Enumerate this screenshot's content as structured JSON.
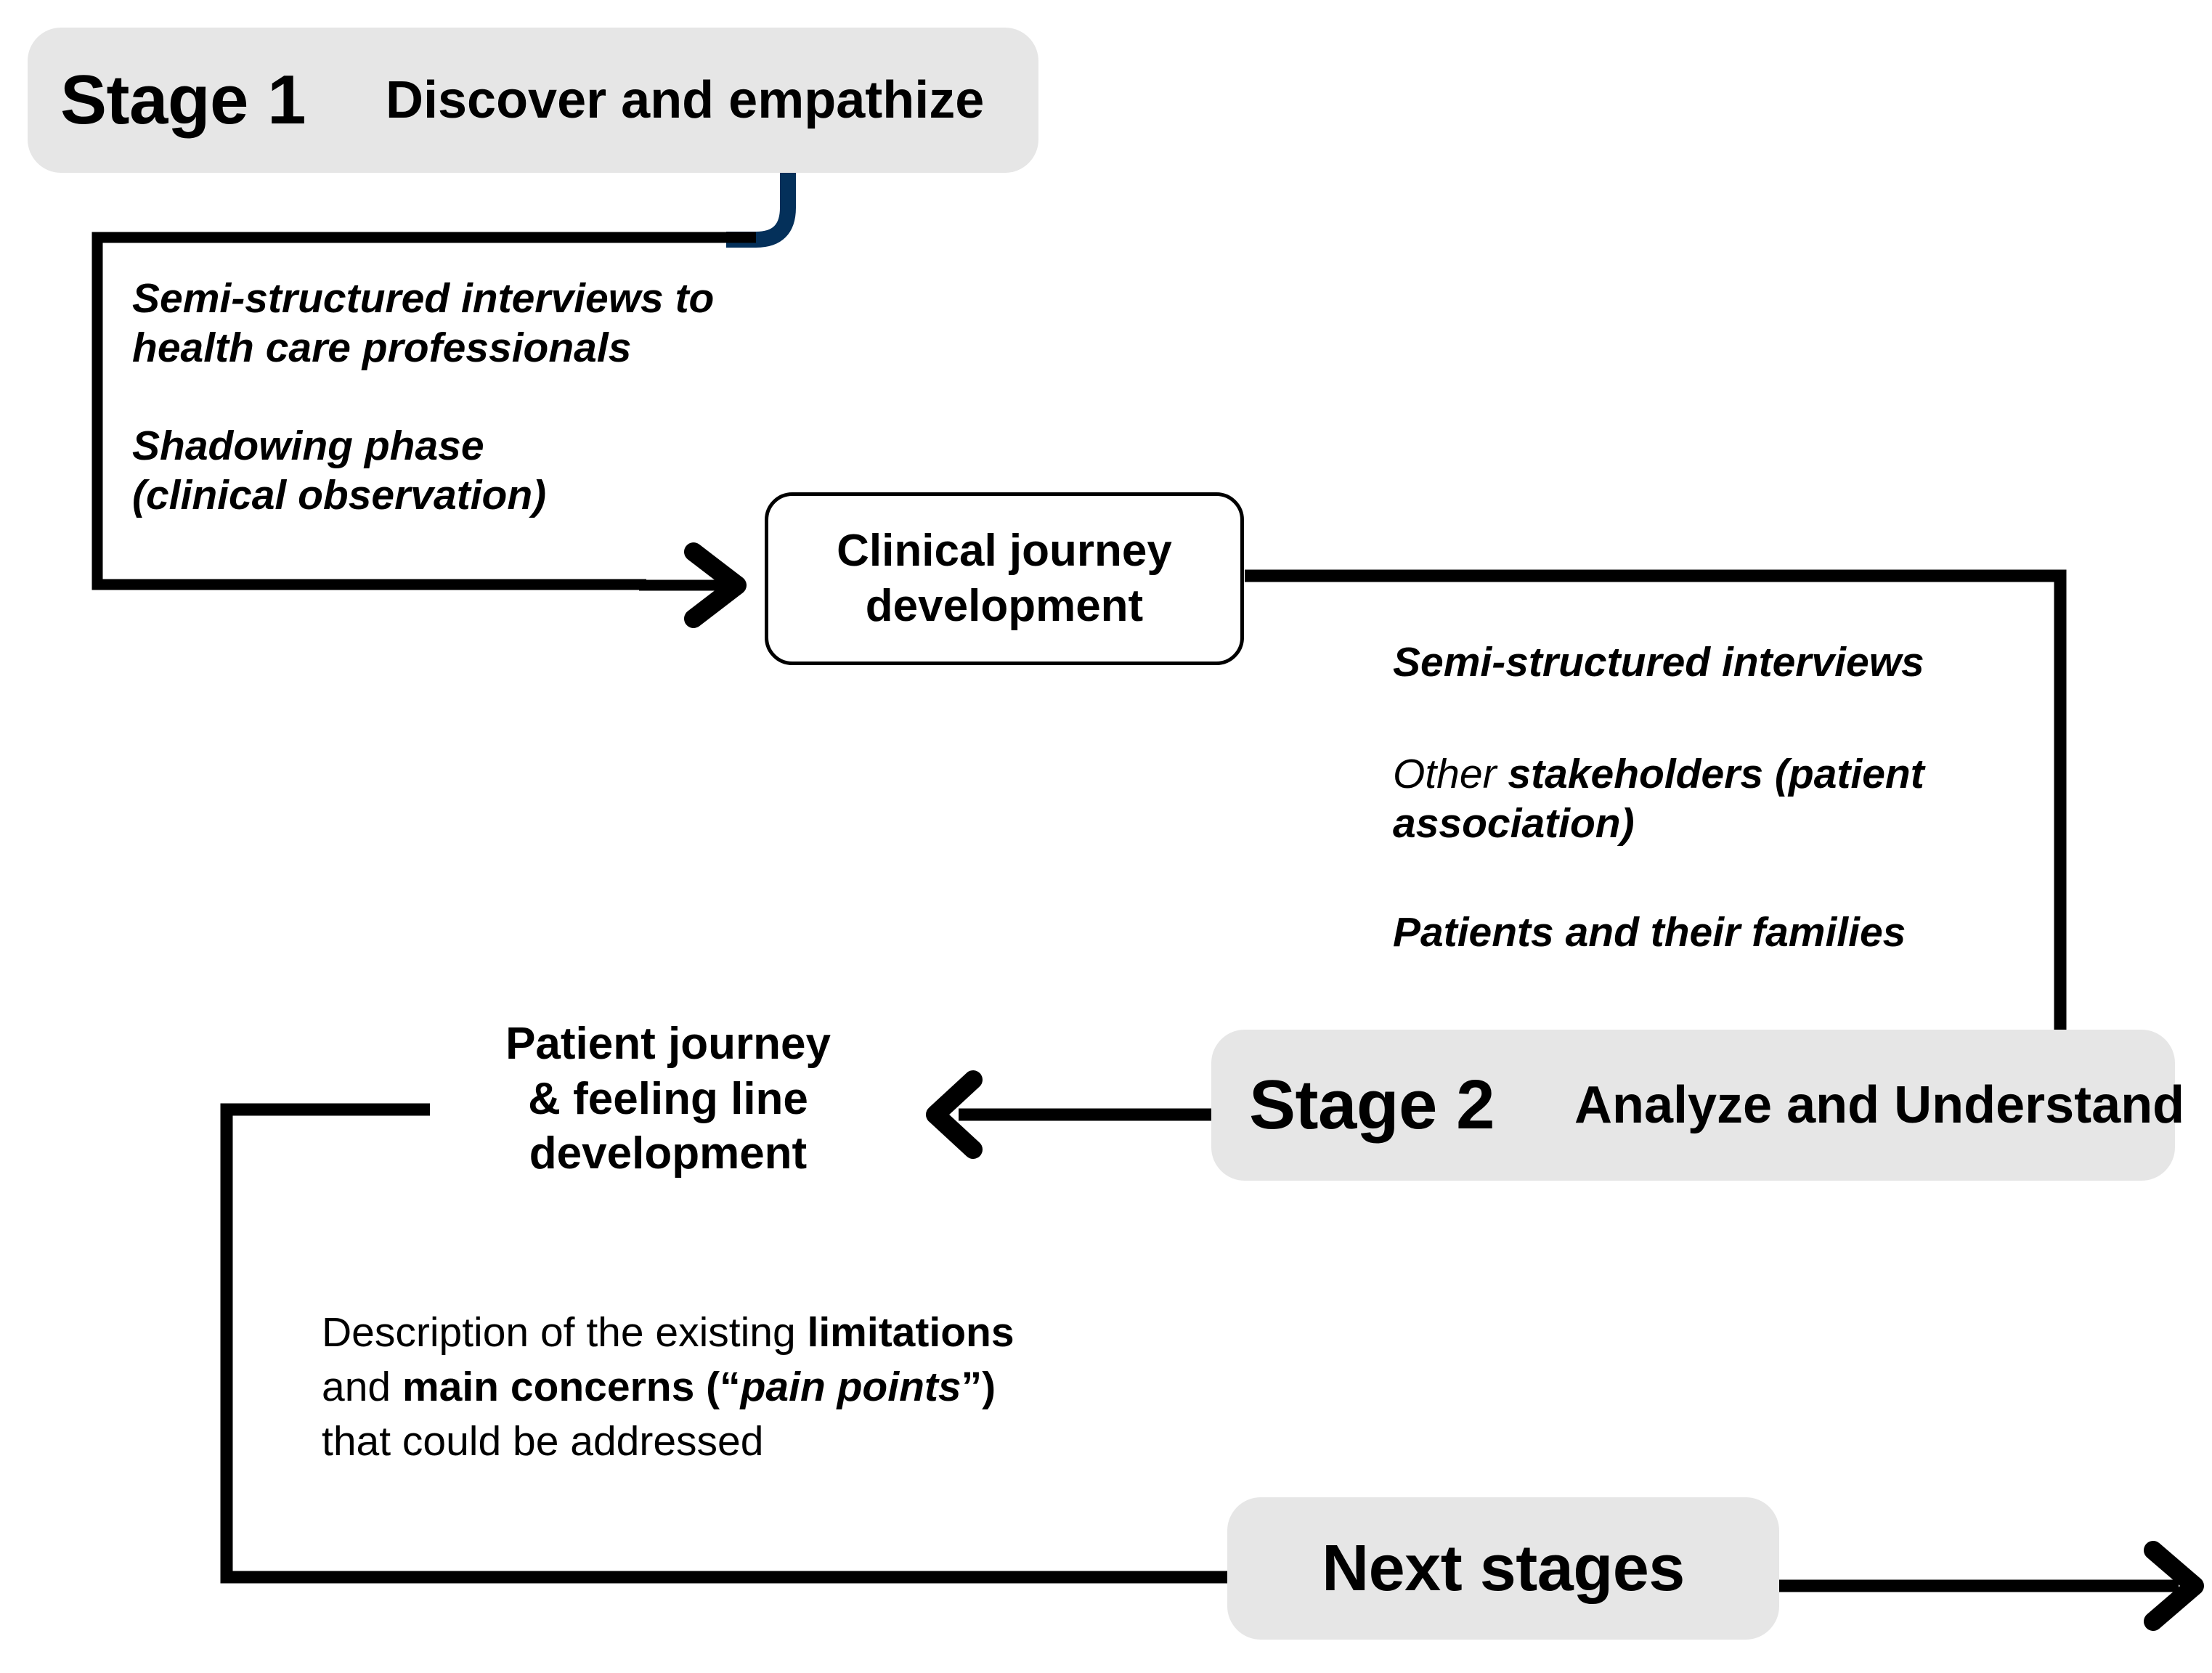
{
  "diagram": {
    "title": "Design thinking stages flow: Stage 1 Discover and empathize, Stage 2 Analyze and Understand, Next stages",
    "colors": {
      "pill_background": "#E6E6E6",
      "connector_black": "#000000",
      "connector_navy": "#04305A",
      "node_border": "#000000",
      "page_background": "#FFFFFF"
    },
    "stage1": {
      "number_label": "Stage 1",
      "title": "Discover and empathize"
    },
    "stage2": {
      "number_label": "Stage 2",
      "title": "Analyze and Understand"
    },
    "next_stages": {
      "label": "Next stages"
    },
    "stage1_notes": {
      "note_a_line1": "Semi-structured interviews to",
      "note_a_line2": "health care professionals",
      "note_b_line1": "Shadowing phase",
      "note_b_line2": "(clinical observation)"
    },
    "clinical_node": {
      "line1": "Clinical journey",
      "line2": "development"
    },
    "stage2_notes": {
      "note_a": "Semi-structured interviews",
      "note_b_prefix": "Other ",
      "note_b_bold_line1": "stakeholders (patient",
      "note_b_bold_line2": "association)",
      "note_c": "Patients and their families"
    },
    "patient_node": {
      "line1": "Patient journey",
      "line2": "& feeling line",
      "line3": "development"
    },
    "outcome_note": {
      "line1_a": "Description of the existing ",
      "line1_b": "limitations",
      "line2_a": "and ",
      "line2_b": "main concerns (“",
      "line2_c": "pain points",
      "line2_d": "”)",
      "line3": "that could be addressed"
    }
  }
}
